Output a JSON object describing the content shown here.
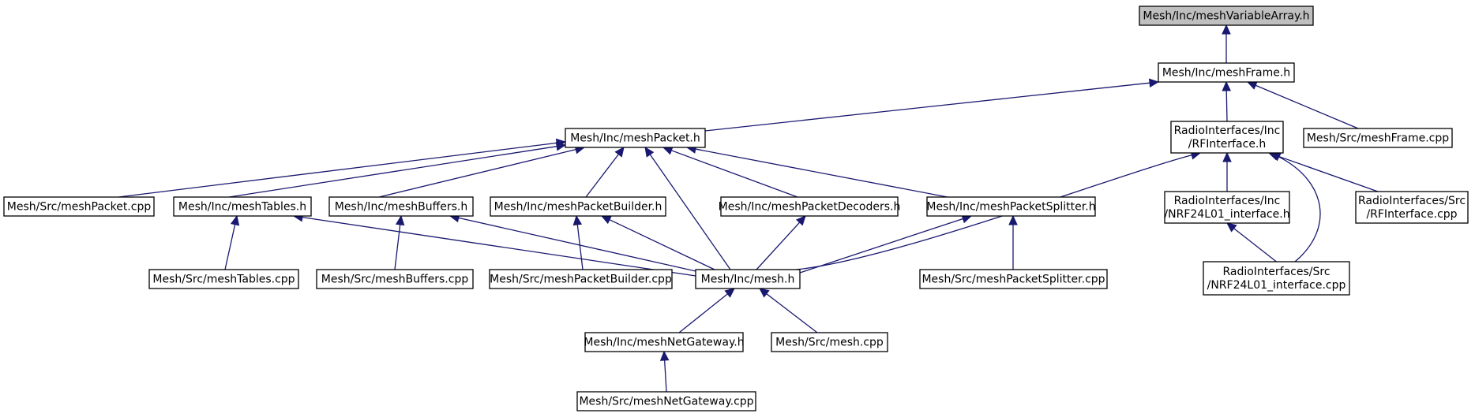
{
  "accent_color": "#191970",
  "root_fill": "#bfbfbf",
  "nodes": [
    {
      "id": "variableArray",
      "lines": [
        "Mesh/Inc/meshVariableArray.h"
      ],
      "root": true
    },
    {
      "id": "frame",
      "lines": [
        "Mesh/Inc/meshFrame.h"
      ]
    },
    {
      "id": "packet",
      "lines": [
        "Mesh/Inc/meshPacket.h"
      ]
    },
    {
      "id": "rfinterface",
      "lines": [
        "RadioInterfaces/Inc",
        "/RFInterface.h"
      ]
    },
    {
      "id": "frameCpp",
      "lines": [
        "Mesh/Src/meshFrame.cpp"
      ]
    },
    {
      "id": "packetCpp",
      "lines": [
        "Mesh/Src/meshPacket.cpp"
      ]
    },
    {
      "id": "tables",
      "lines": [
        "Mesh/Inc/meshTables.h"
      ]
    },
    {
      "id": "buffers",
      "lines": [
        "Mesh/Inc/meshBuffers.h"
      ]
    },
    {
      "id": "packetBuilder",
      "lines": [
        "Mesh/Inc/meshPacketBuilder.h"
      ]
    },
    {
      "id": "packetDecoders",
      "lines": [
        "Mesh/Inc/meshPacketDecoders.h"
      ]
    },
    {
      "id": "packetSplitter",
      "lines": [
        "Mesh/Inc/meshPacketSplitter.h"
      ]
    },
    {
      "id": "nrfInterface",
      "lines": [
        "RadioInterfaces/Inc",
        "/NRF24L01_interface.h"
      ]
    },
    {
      "id": "rfinterfaceCpp",
      "lines": [
        "RadioInterfaces/Src",
        "/RFInterface.cpp"
      ]
    },
    {
      "id": "tablesCpp",
      "lines": [
        "Mesh/Src/meshTables.cpp"
      ]
    },
    {
      "id": "buffersCpp",
      "lines": [
        "Mesh/Src/meshBuffers.cpp"
      ]
    },
    {
      "id": "packetBuilderCpp",
      "lines": [
        "Mesh/Src/meshPacketBuilder.cpp"
      ]
    },
    {
      "id": "mesh",
      "lines": [
        "Mesh/Inc/mesh.h"
      ]
    },
    {
      "id": "packetSplitterCpp",
      "lines": [
        "Mesh/Src/meshPacketSplitter.cpp"
      ]
    },
    {
      "id": "nrfInterfaceCpp",
      "lines": [
        "RadioInterfaces/Src",
        "/NRF24L01_interface.cpp"
      ]
    },
    {
      "id": "netGateway",
      "lines": [
        "Mesh/Inc/meshNetGateway.h"
      ]
    },
    {
      "id": "meshCpp",
      "lines": [
        "Mesh/Src/mesh.cpp"
      ]
    },
    {
      "id": "netGatewayCpp",
      "lines": [
        "Mesh/Src/meshNetGateway.cpp"
      ]
    }
  ],
  "edges": [
    {
      "from": "frame",
      "to": "variableArray"
    },
    {
      "from": "packet",
      "to": "frame"
    },
    {
      "from": "rfinterface",
      "to": "frame"
    },
    {
      "from": "frameCpp",
      "to": "frame"
    },
    {
      "from": "packetCpp",
      "to": "packet"
    },
    {
      "from": "tables",
      "to": "packet"
    },
    {
      "from": "buffers",
      "to": "packet"
    },
    {
      "from": "packetBuilder",
      "to": "packet"
    },
    {
      "from": "mesh",
      "to": "packet"
    },
    {
      "from": "packetDecoders",
      "to": "packet"
    },
    {
      "from": "packetSplitter",
      "to": "packet"
    },
    {
      "from": "nrfInterface",
      "to": "rfinterface"
    },
    {
      "from": "rfinterfaceCpp",
      "to": "rfinterface"
    },
    {
      "from": "nrfInterfaceCpp",
      "to": "rfinterface"
    },
    {
      "from": "mesh",
      "to": "rfinterface"
    },
    {
      "from": "tablesCpp",
      "to": "tables"
    },
    {
      "from": "mesh",
      "to": "tables"
    },
    {
      "from": "buffersCpp",
      "to": "buffers"
    },
    {
      "from": "mesh",
      "to": "buffers"
    },
    {
      "from": "packetBuilderCpp",
      "to": "packetBuilder"
    },
    {
      "from": "mesh",
      "to": "packetBuilder"
    },
    {
      "from": "mesh",
      "to": "packetDecoders"
    },
    {
      "from": "mesh",
      "to": "packetSplitter"
    },
    {
      "from": "packetSplitterCpp",
      "to": "packetSplitter"
    },
    {
      "from": "nrfInterfaceCpp",
      "to": "nrfInterface"
    },
    {
      "from": "netGateway",
      "to": "mesh"
    },
    {
      "from": "meshCpp",
      "to": "mesh"
    },
    {
      "from": "netGatewayCpp",
      "to": "netGateway"
    }
  ]
}
